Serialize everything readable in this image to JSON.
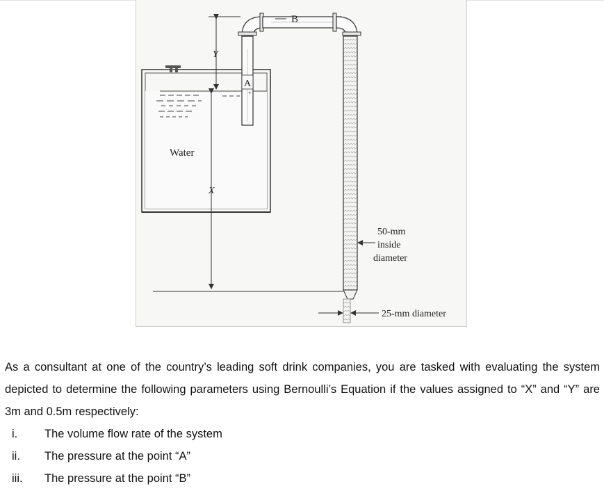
{
  "figure": {
    "labels": {
      "point_b": "B",
      "point_a": "A",
      "water": "Water",
      "dim_y": "Y",
      "dim_x": "X",
      "pipe_note_line1": "50-mm",
      "pipe_note_line2": "inside",
      "pipe_note_line3": "diameter",
      "outlet_note": "25-mm diameter"
    }
  },
  "question": {
    "intro": "As a consultant at one of the country’s leading soft drink companies, you are tasked with evaluating the system depicted to determine the following parameters using Bernoulli’s Equation if the values assigned to “X” and “Y” are 3m and 0.5m respectively:",
    "items": [
      {
        "num": "i.",
        "text": "The volume flow rate of the system"
      },
      {
        "num": "ii.",
        "text": "The pressure at the point “A”"
      },
      {
        "num": "iii.",
        "text": "The pressure at the point “B”"
      }
    ]
  }
}
